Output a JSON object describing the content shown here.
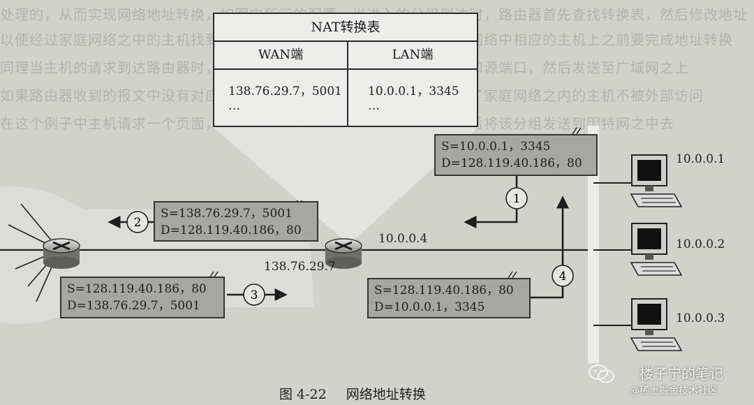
{
  "nat_table": {
    "title": "NAT转换表",
    "headers": [
      "WAN端",
      "LAN端"
    ],
    "rows": [
      [
        "138.76.29.7，5001",
        "10.0.0.1，3345"
      ],
      [
        "…",
        "…"
      ]
    ]
  },
  "packets": [
    {
      "step": "1",
      "src": "S=10.0.0.1，3345",
      "dst": "D=128.119.40.186，80"
    },
    {
      "step": "2",
      "src": "S=138.76.29.7，5001",
      "dst": "D=128.119.40.186，80"
    },
    {
      "step": "3",
      "src": "S=128.119.40.186，80",
      "dst": "D=138.76.29.7，5001"
    },
    {
      "step": "4",
      "src": "S=128.119.40.186，80",
      "dst": "D=10.0.0.1，3345"
    }
  ],
  "addresses": {
    "nat_router_lan": "10.0.0.4",
    "nat_router_wan": "138.76.29.7"
  },
  "hosts": [
    "10.0.0.1",
    "10.0.0.2",
    "10.0.0.3"
  ],
  "caption": {
    "number": "图 4-22",
    "title": "网络地址转换"
  },
  "watermark": {
    "title": "楼子宁的笔记",
    "source": "@稀土掘金技术社区"
  },
  "colors": {
    "page": "#d2d2cd",
    "packet_box": "#a6a6a2",
    "table_bg": "#ededeb",
    "line": "#2a2a2a"
  }
}
